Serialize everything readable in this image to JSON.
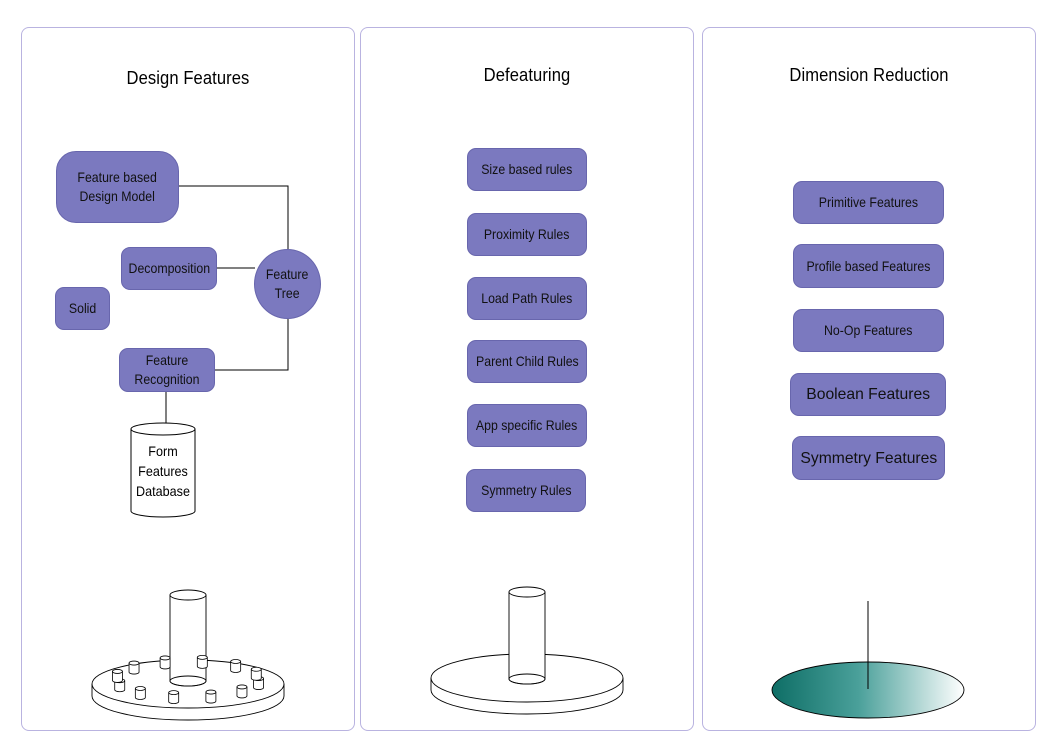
{
  "panels": [
    {
      "title": "Design Features",
      "nodes": {
        "feature_based_design_model": "Feature based\nDesign Model",
        "decomposition": "Decomposition",
        "solid": "Solid",
        "feature_recognition": "Feature\nRecognition",
        "feature_tree": "Feature\nTree"
      },
      "database_label": "Form\nFeatures\nDatabase"
    },
    {
      "title": "Defeaturing",
      "rules": [
        "Size based rules",
        "Proximity Rules",
        "Load Path Rules",
        "Parent Child Rules",
        "App specific Rules",
        "Symmetry Rules"
      ]
    },
    {
      "title": "Dimension Reduction",
      "features": [
        "Primitive Features",
        "Profile based Features",
        "No-Op Features",
        "Boolean Features",
        "Symmetry Features"
      ]
    }
  ],
  "colors": {
    "node_fill": "#7b79bf",
    "panel_border": "#b9b3e0",
    "ellipse_teal": "#1a7a72"
  }
}
